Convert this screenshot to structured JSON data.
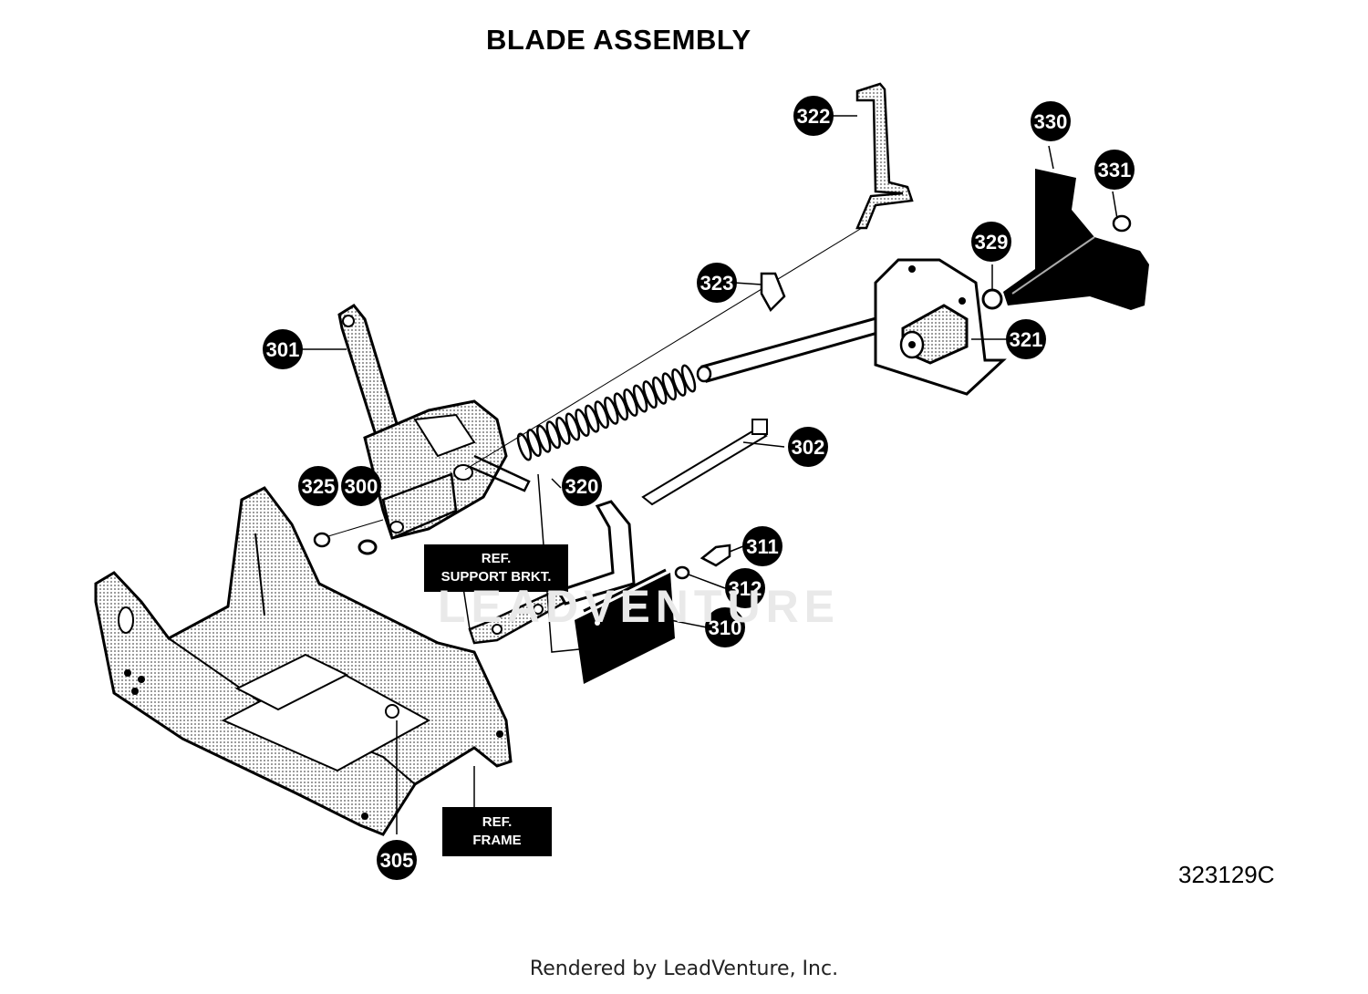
{
  "title": "BLADE ASSEMBLY",
  "figure_number": "323129C",
  "footer": "Rendered by LeadVenture, Inc.",
  "watermark": "LEADVENTURE",
  "callouts": [
    {
      "id": "322"
    },
    {
      "id": "330"
    },
    {
      "id": "331"
    },
    {
      "id": "329"
    },
    {
      "id": "323"
    },
    {
      "id": "321"
    },
    {
      "id": "301"
    },
    {
      "id": "302"
    },
    {
      "id": "325"
    },
    {
      "id": "300"
    },
    {
      "id": "320"
    },
    {
      "id": "311"
    },
    {
      "id": "312"
    },
    {
      "id": "310"
    },
    {
      "id": "305"
    }
  ],
  "ref_labels": [
    {
      "lines": [
        "REF.",
        "SUPPORT BRKT."
      ]
    },
    {
      "lines": [
        "REF.",
        "FRAME"
      ]
    }
  ],
  "colors": {
    "ink": "#000000",
    "shade": "#9a9a9a",
    "paper": "#ffffff"
  }
}
